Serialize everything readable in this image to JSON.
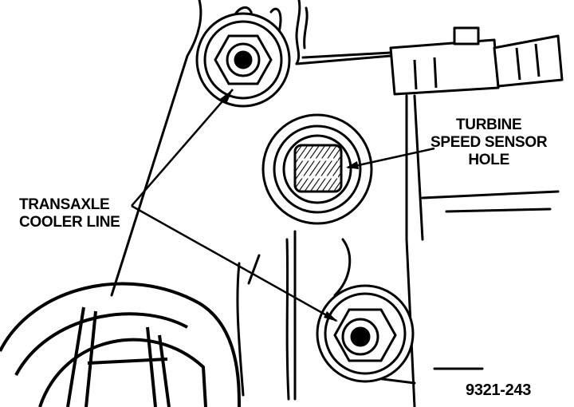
{
  "labels": {
    "cooler_line": [
      "TRANSAXLE",
      "COOLER LINE"
    ],
    "turbine_sensor": [
      "TURBINE",
      "SPEED SENSOR",
      "HOLE"
    ],
    "figure_number": "9321-243"
  },
  "colors": {
    "ink": "#000000",
    "paper": "#ffffff"
  }
}
